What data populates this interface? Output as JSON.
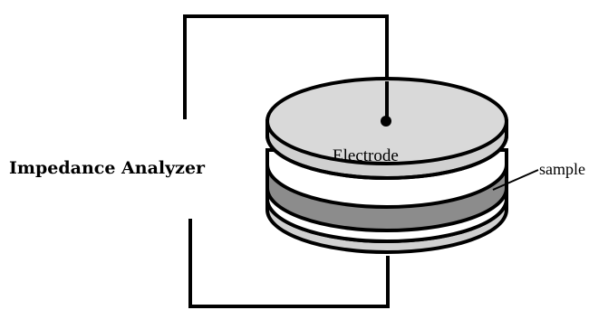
{
  "labels": {
    "analyzer": "Impedance Analyzer",
    "electrode": "Electrode",
    "sample": "sample"
  },
  "colors": {
    "line": "#000000",
    "electrode_top": "#d9d9d9",
    "electrode_side": "#d0d0d0",
    "sample_band": "#8c8c8c",
    "gap": "#ffffff",
    "background": "#ffffff"
  }
}
